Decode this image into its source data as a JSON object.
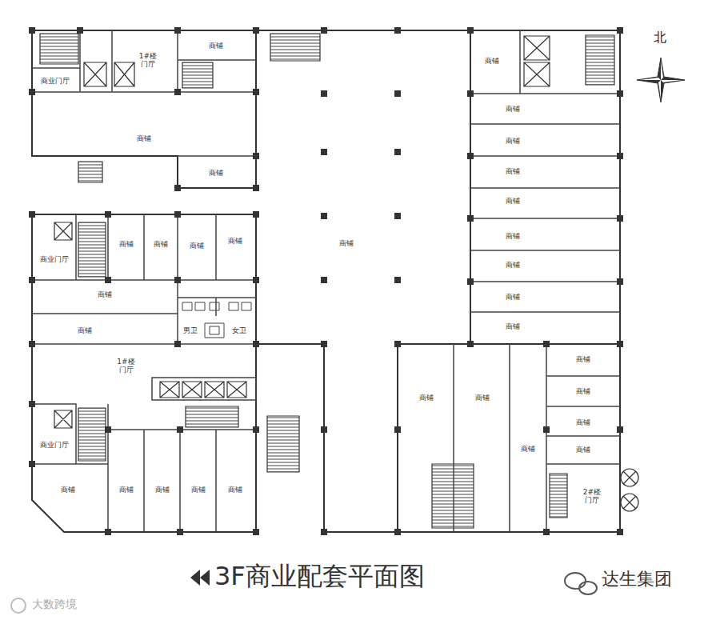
{
  "diagram": {
    "caption": "3F商业配套平面图",
    "nodes": [
      {
        "text": [
          "商业门厅"
        ]
      },
      {
        "text": [
          "1#楼 门厅"
        ]
      },
      {
        "text": [
          "商铺"
        ]
      },
      {
        "text": [
          "商铺"
        ]
      },
      {
        "text": [
          "商铺"
        ]
      },
      {
        "text": [
          "商铺"
        ]
      },
      {
        "text": [
          "商铺"
        ]
      },
      {
        "text": [
          "商铺"
        ]
      },
      {
        "text": [
          "商铺"
        ]
      },
      {
        "text": [
          "商铺"
        ]
      },
      {
        "text": [
          "商铺"
        ]
      },
      {
        "text": [
          "商铺"
        ]
      },
      {
        "text": [
          "商铺"
        ]
      },
      {
        "text": [
          "商铺"
        ]
      },
      {
        "text": [
          "商铺"
        ]
      },
      {
        "text": [
          "商业门厅"
        ]
      },
      {
        "text": [
          "商铺"
        ]
      },
      {
        "text": [
          "商铺"
        ]
      },
      {
        "text": [
          "商铺"
        ]
      },
      {
        "text": [
          "商铺"
        ]
      },
      {
        "text": [
          "商铺"
        ]
      },
      {
        "text": [
          "商铺"
        ]
      },
      {
        "text": [
          "男卫"
        ]
      },
      {
        "text": [
          "女卫"
        ]
      },
      {
        "text": [
          "1#楼 门厅"
        ]
      },
      {
        "text": [
          "商业门厅"
        ]
      },
      {
        "text": [
          "商铺"
        ]
      },
      {
        "text": [
          "商铺"
        ]
      },
      {
        "text": [
          "商铺"
        ]
      },
      {
        "text": [
          "商铺"
        ]
      },
      {
        "text": [
          "商铺"
        ]
      },
      {
        "text": [
          "商铺"
        ]
      },
      {
        "text": [
          "商铺"
        ]
      },
      {
        "text": [
          "2#楼 门厅"
        ]
      },
      {
        "text": [
          "商铺"
        ]
      },
      {
        "text": [
          "商铺"
        ]
      },
      {
        "text": [
          "商铺"
        ]
      },
      {
        "text": [
          "商铺"
        ]
      },
      {
        "text": [
          "商铺"
        ]
      }
    ],
    "labels": [
      "北",
      "达生集团",
      "大数跨境"
    ]
  }
}
